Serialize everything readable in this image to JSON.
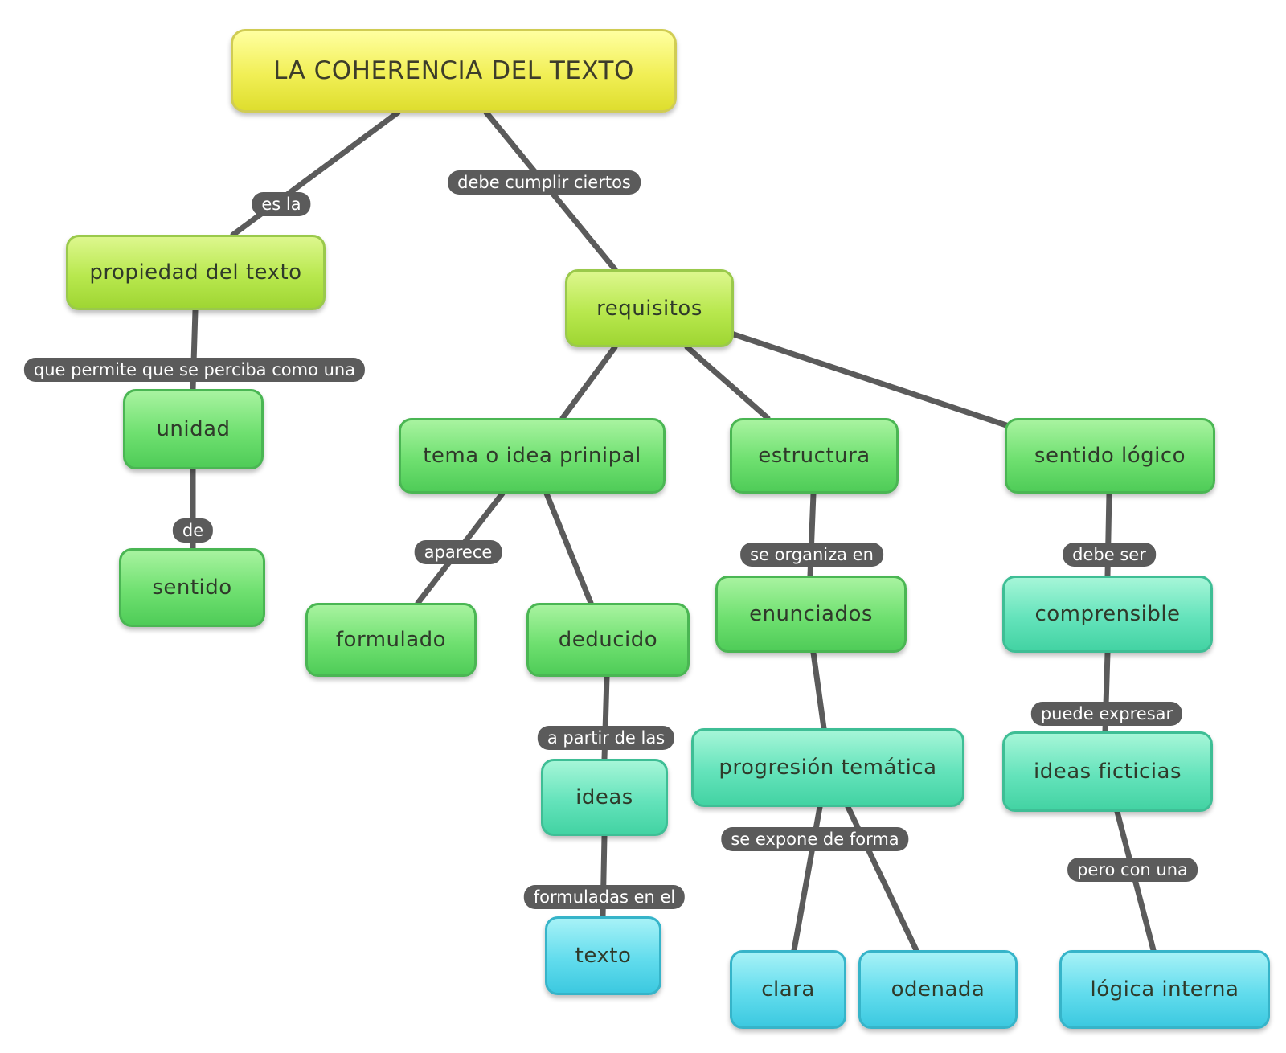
{
  "nodes": {
    "root": "LA COHERENCIA DEL TEXTO",
    "propiedad": "propiedad del texto",
    "unidad": "unidad",
    "sentido": "sentido",
    "requisitos": "requisitos",
    "tema": "tema o idea prinipal",
    "estructura": "estructura",
    "sentido_logico": "sentido lógico",
    "formulado": "formulado",
    "deducido": "deducido",
    "ideas": "ideas",
    "texto": "texto",
    "enunciados": "enunciados",
    "progresion": "progresión temática",
    "clara": "clara",
    "odenada": "odenada",
    "comprensible": "comprensible",
    "ideas_ficticias": "ideas ficticias",
    "logica_interna": "lógica interna"
  },
  "links": {
    "es_la": "es la",
    "debe_cumplir": "debe cumplir ciertos",
    "que_permite": "que permite que se perciba como una",
    "de": "de",
    "aparece": "aparece",
    "a_partir": "a partir de las",
    "formuladas_en": "formuladas en el",
    "se_organiza": "se organiza en",
    "se_expone": "se expone de forma",
    "debe_ser": "debe ser",
    "puede_expresar": "puede expresar",
    "pero_con": "pero con una"
  },
  "colors": {
    "edge": "#5b5b5b",
    "link_label_bg": "#5b5b5b",
    "root": "#f1ef56",
    "lime": "#b8e84e",
    "green": "#6fe070",
    "teal": "#64e3bb",
    "cyan": "#62dced"
  }
}
